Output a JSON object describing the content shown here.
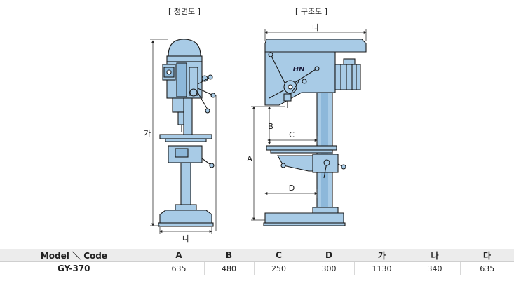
{
  "captions": {
    "front": "[ 정면도 ]",
    "structure": "[ 구조도 ]"
  },
  "brand": "HN",
  "dimension_labels": {
    "ga": "가",
    "na": "나",
    "da": "다",
    "A": "A",
    "B": "B",
    "C": "C",
    "D": "D"
  },
  "table": {
    "headers": [
      "Model ＼ Code",
      "A",
      "B",
      "C",
      "D",
      "가",
      "나",
      "다"
    ],
    "rows": [
      [
        "GY-370",
        "635",
        "480",
        "250",
        "300",
        "1130",
        "340",
        "635"
      ]
    ]
  },
  "colors": {
    "machine_fill": "#a8cbe6",
    "machine_stroke": "#1a1a1a",
    "header_bg": "#ececec"
  }
}
